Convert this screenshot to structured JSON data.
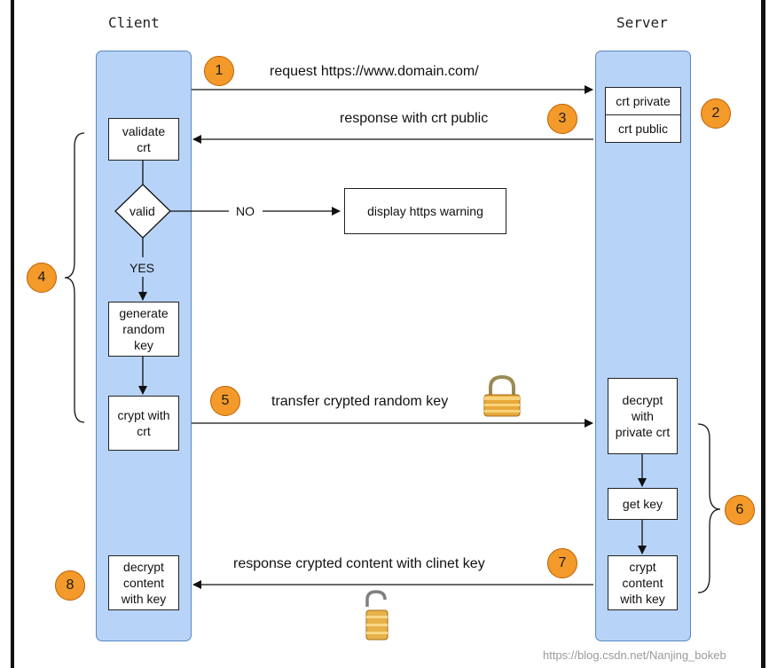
{
  "headers": {
    "client": "Client",
    "server": "Server"
  },
  "messages": {
    "m1": "request https://www.domain.com/",
    "m3": "response with crt public",
    "m5": "transfer crypted random key",
    "m7": "response crypted content with clinet key"
  },
  "client_boxes": {
    "validate": "validate crt",
    "valid": "valid",
    "generate": "generate random key",
    "crypt": "crypt with crt",
    "decrypt_content": "decrypt content with key"
  },
  "server_boxes": {
    "crt_private": "crt private",
    "crt_public": "crt public",
    "decrypt_private": "decrypt with private crt",
    "get_key": "get key",
    "crypt_content": "crypt content with key"
  },
  "warning_box": "display https warning",
  "labels": {
    "no": "NO",
    "yes": "YES"
  },
  "badges": [
    "1",
    "2",
    "3",
    "4",
    "5",
    "6",
    "7",
    "8"
  ],
  "icons": {
    "lock_closed": "lock-icon",
    "lock_open": "unlocked-icon"
  },
  "colors": {
    "lane_fill": "#b7d3f7",
    "badge_fill": "#f39a2b"
  },
  "watermark": "https://blog.csdn.net/Nanjing_bokeb"
}
